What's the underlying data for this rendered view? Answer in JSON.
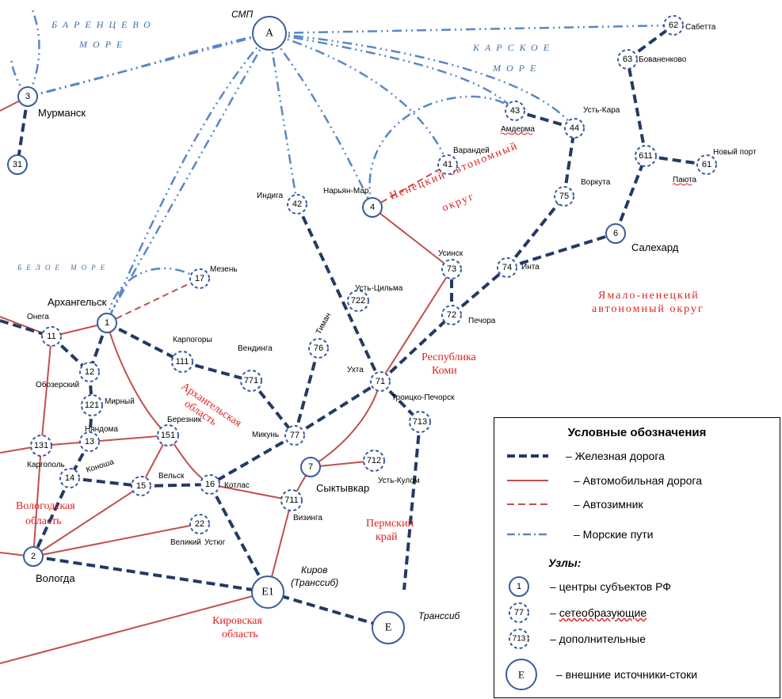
{
  "seas": {
    "barents_1": "БАРЕНЦЕВО",
    "barents_2": "МОРЕ",
    "kara_1": "КАРСКОЕ",
    "kara_2": "МОРЕ",
    "white": "БЕЛОЕ МОРЕ"
  },
  "regions": {
    "nenets_1": "Ненецкий автономный",
    "nenets_2": "округ",
    "yamal_1": "Ямало-ненецкий",
    "yamal_2": "автономный округ",
    "arkh_1": "Архангельская",
    "arkh_2": "область",
    "komi_1": "Республика",
    "komi_2": "Коми",
    "vologda_1": "Вологодская",
    "vologda_2": "область",
    "perm_1": "Пермский",
    "perm_2": "край",
    "kirov_1": "Кировская",
    "kirov_2": "область"
  },
  "nodes": {
    "A": "А",
    "E1": "Е1",
    "E": "Е",
    "n1": "1",
    "n2": "2",
    "n3": "3",
    "n4": "4",
    "n6": "6",
    "n7": "7",
    "n11": "11",
    "n12": "12",
    "n13": "13",
    "n14": "14",
    "n15": "15",
    "n16": "16",
    "n17": "17",
    "n22": "22",
    "n31": "31",
    "n41": "41",
    "n42": "42",
    "n43": "43",
    "n44": "44",
    "n61": "61",
    "n62": "62",
    "n63": "63",
    "n71": "71",
    "n72": "72",
    "n73": "73",
    "n74": "74",
    "n75": "75",
    "n76": "76",
    "n77": "77",
    "n111": "111",
    "n121": "121",
    "n131": "131",
    "n151": "151",
    "n611": "611",
    "n711": "711",
    "n712": "712",
    "n713": "713",
    "n722": "722",
    "n771": "771"
  },
  "places": {
    "smp": "СМП",
    "murmansk": "Мурманск",
    "arkhangelsk": "Архангельск",
    "onega": "Онега",
    "obozersky": "Обозерский",
    "mirny": "Мирный",
    "nyandoma": "Няндома",
    "kargopol": "Каргополь",
    "konosha": "Коноша",
    "velsk": "Вельск",
    "bereznik": "Березник",
    "kotlas": "Котлас",
    "velikiy": "Великий",
    "ustyug": "Устюг",
    "vologda": "Вологда",
    "mezen": "Мезень",
    "karpogory": "Карпогоры",
    "vendinga": "Вендинга",
    "mikun": "Микунь",
    "timan": "Тиман",
    "indiga": "Индига",
    "naryan_mar": "Нарьян-Мар",
    "varandey": "Варандей",
    "amderma": "Амдерма",
    "ust_kara": "Усть-Кара",
    "vorkuta": "Воркута",
    "usinsk": "Усинск",
    "inta": "Инта",
    "pechora": "Печора",
    "ust_tsilma": "Усть-Цильма",
    "ukhta": "Ухта",
    "troitsko": "Троицко-Печорск",
    "syktyvkar": "Сыктывкар",
    "ust_kulom": "Усть-Кулом",
    "vizinga": "Визинга",
    "kirov_1": "Киров",
    "kirov_2": "(Транссиб)",
    "transsib": "Транссиб",
    "salekhard": "Салехард",
    "sabetta": "Сабетта",
    "bovanenkovo": "Бованенково",
    "novy_port": "Новый порт",
    "payuta": "Паюта"
  },
  "legend": {
    "title": "Условные обозначения",
    "railway": "– Железная дорога",
    "road": "– Автомобильная дорога",
    "winter_road": "– Автозимник",
    "sea_routes": "– Морские пути",
    "nodes_title": "Узлы:",
    "node_center_num": "1",
    "node_center": "– центры субъектов РФ",
    "node_net_num": "77",
    "node_net_dash": "– ",
    "node_net": "сетеобразующие",
    "node_extra_num": "713",
    "node_extra": "– дополнительные",
    "node_ext_letter": "Е",
    "node_ext": "– внешние источники-стоки"
  },
  "colors": {
    "railway": "#243a64",
    "road": "#c0504d",
    "winter_road": "#c0504d",
    "sea_route": "#5a87c5",
    "node_stroke": "#3a5c9c",
    "region_text": "#e02020"
  }
}
